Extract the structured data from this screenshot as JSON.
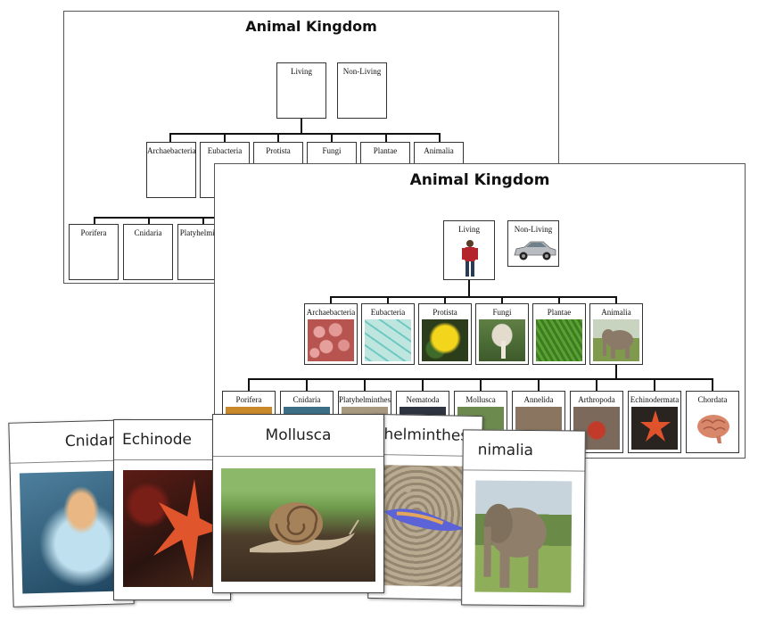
{
  "back_sheet": {
    "title": "Animal Kingdom",
    "top": [
      "Living",
      "Non-Living"
    ],
    "kingdoms": [
      "Archaebacteria",
      "Eubacteria",
      "Protista",
      "Fungi",
      "Plantae",
      "Animalia"
    ],
    "phyla": [
      "Porifera",
      "Cnidaria",
      "Platyhelminth"
    ]
  },
  "front_sheet": {
    "title": "Animal Kingdom",
    "top": [
      "Living",
      "Non-Living"
    ],
    "kingdoms": [
      "Archaebacteria",
      "Eubacteria",
      "Protista",
      "Fungi",
      "Plantae",
      "Animalia"
    ],
    "phyla": [
      "Porifera",
      "Cnidaria",
      "Platyhelminthes",
      "Nematoda",
      "Mollusca",
      "Annelida",
      "Arthropoda",
      "Echinodermata",
      "Chordata"
    ]
  },
  "cards": {
    "cnidaria": "Cnidar",
    "echinodermata": "Echinode",
    "mollusca": "Mollusca",
    "platyhelminthes": "helminthes",
    "animalia": "nimalia"
  }
}
